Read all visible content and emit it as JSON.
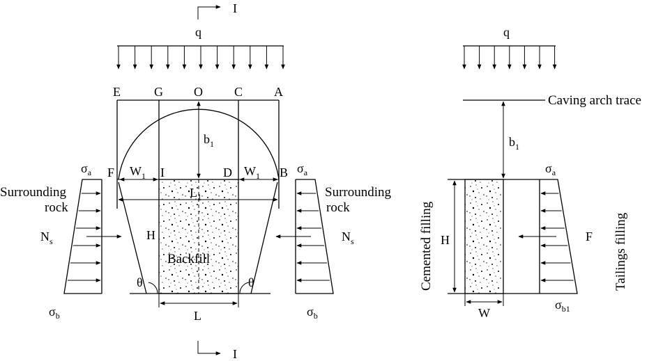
{
  "section": {
    "top_label": "I",
    "bottom_label": "I"
  },
  "left": {
    "load_label": "q",
    "points": [
      "E",
      "G",
      "O",
      "C",
      "A",
      "F",
      "I",
      "D",
      "B"
    ],
    "b1_base": "b",
    "b1_sub": "1",
    "w1_base": "W",
    "w1_sub": "1",
    "l1_base": "L",
    "l1_sub": "1",
    "h_label": "H",
    "backfill_label": "Backfill",
    "theta_label": "θ",
    "bottom_width_label": "L",
    "surrounding_rock_line1": "Surrounding",
    "surrounding_rock_line2": "rock",
    "ns_base": "N",
    "ns_sub": "s",
    "sigma": "σ",
    "sigma_a_sub": "a",
    "sigma_b_sub": "b"
  },
  "right": {
    "load_label": "q",
    "caving_arch_trace": "Caving arch trace",
    "b1_base": "b",
    "b1_sub": "1",
    "h_label": "H",
    "w_label": "W",
    "f_label": "F",
    "cemented_filling": "Cemented filling",
    "tailings_filling": "Tailings filling",
    "sigma": "σ",
    "sigma_a_sub": "a",
    "sigma_b1_sub": "b1"
  }
}
